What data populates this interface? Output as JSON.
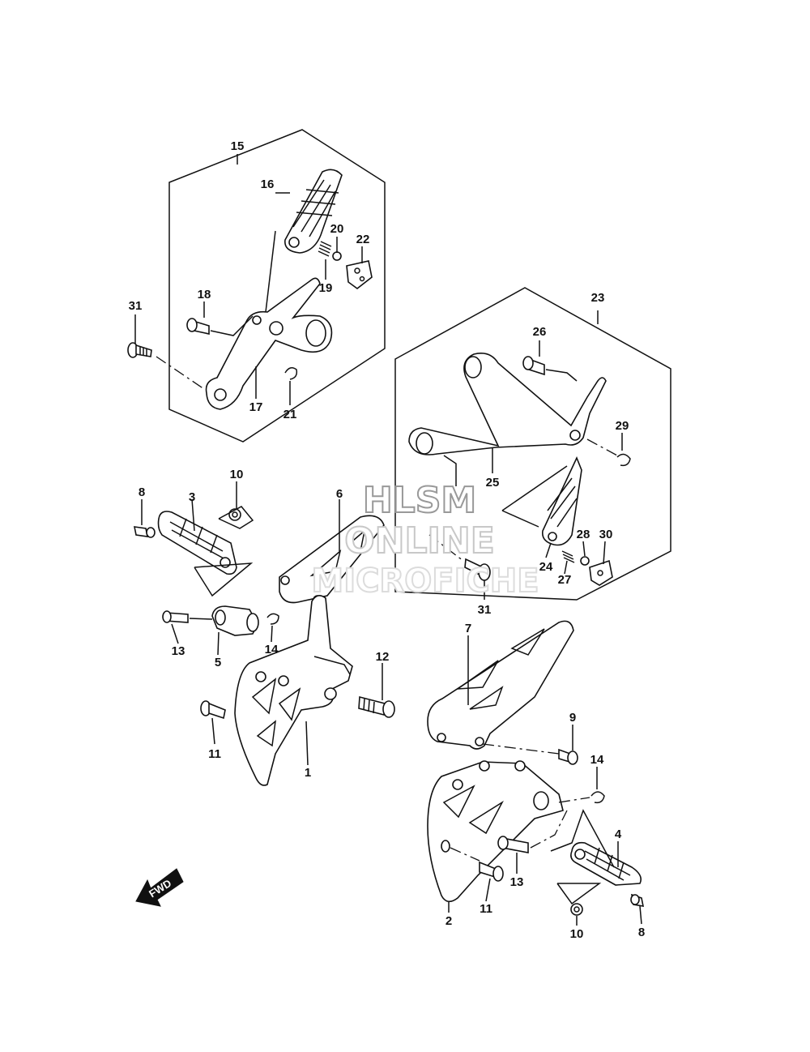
{
  "watermark": {
    "line1": "HLSM",
    "line2": "ONLINE",
    "line3": "MICROFICHE"
  },
  "fwd": {
    "label": "FWD",
    "icon": "fwd-arrow-icon"
  },
  "labels": {
    "p1": "1",
    "p2": "2",
    "p3": "3",
    "p4": "4",
    "p5": "5",
    "p6": "6",
    "p7": "7",
    "p8a": "8",
    "p8b": "8",
    "p9": "9",
    "p10a": "10",
    "p10b": "10",
    "p11a": "11",
    "p11b": "11",
    "p12": "12",
    "p13a": "13",
    "p13b": "13",
    "p14a": "14",
    "p14b": "14",
    "p15": "15",
    "p16": "16",
    "p17": "17",
    "p18": "18",
    "p19": "19",
    "p20": "20",
    "p21": "21",
    "p22": "22",
    "p23": "23",
    "p24": "24",
    "p25": "25",
    "p26": "26",
    "p27": "27",
    "p28": "28",
    "p29": "29",
    "p30": "30",
    "p31a": "31",
    "p31b": "31"
  }
}
